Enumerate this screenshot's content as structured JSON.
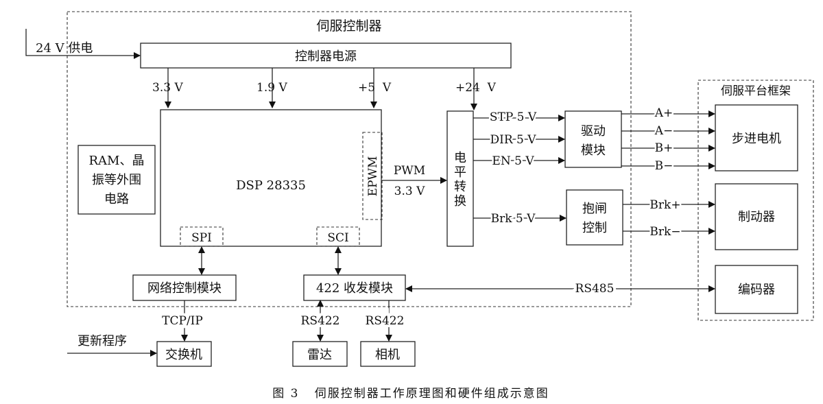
{
  "labels": {
    "controller_title": "伺服控制器",
    "supply_24v": "24 V 供电",
    "power_box": "控制器电源",
    "v33": "3.3 V",
    "v19": "1.9 V",
    "v5": "+5  V",
    "v24": "+24  V",
    "ram_line1": "RAM、晶",
    "ram_line2": "振等外围",
    "ram_line3": "电路",
    "dsp": "DSP 28335",
    "epwm": "EPWM",
    "spi": "SPI",
    "sci": "SCI",
    "pwm": "PWM",
    "pwm_v": "3.3 V",
    "level_chars": [
      "电",
      "平",
      "转",
      "换"
    ],
    "stp": "STP 5 V",
    "dir": "DIR 5 V",
    "en": "EN 5 V",
    "brk": "Brk 5 V",
    "drive_line1": "驱动",
    "drive_line2": "模块",
    "brake_ctrl_line1": "抱闸",
    "brake_ctrl_line2": "控制",
    "a_plus": "A+",
    "a_minus": "A−",
    "b_plus": "B+",
    "b_minus": "B−",
    "brk_plus": "Brk+",
    "brk_minus": "Brk−",
    "platform_title": "伺服平台框架",
    "stepper": "步进电机",
    "brake": "制动器",
    "encoder": "编码器",
    "net_module": "网络控制模块",
    "transceiver": "422 收发模块",
    "rs485": "RS485",
    "tcpip": "TCP/IP",
    "rs422_a": "RS422",
    "rs422_b": "RS422",
    "update": "更新程序",
    "switch": "交换机",
    "radar": "雷达",
    "camera": "相机",
    "caption": "图 3   伺服控制器工作原理图和硬件组成示意图"
  }
}
